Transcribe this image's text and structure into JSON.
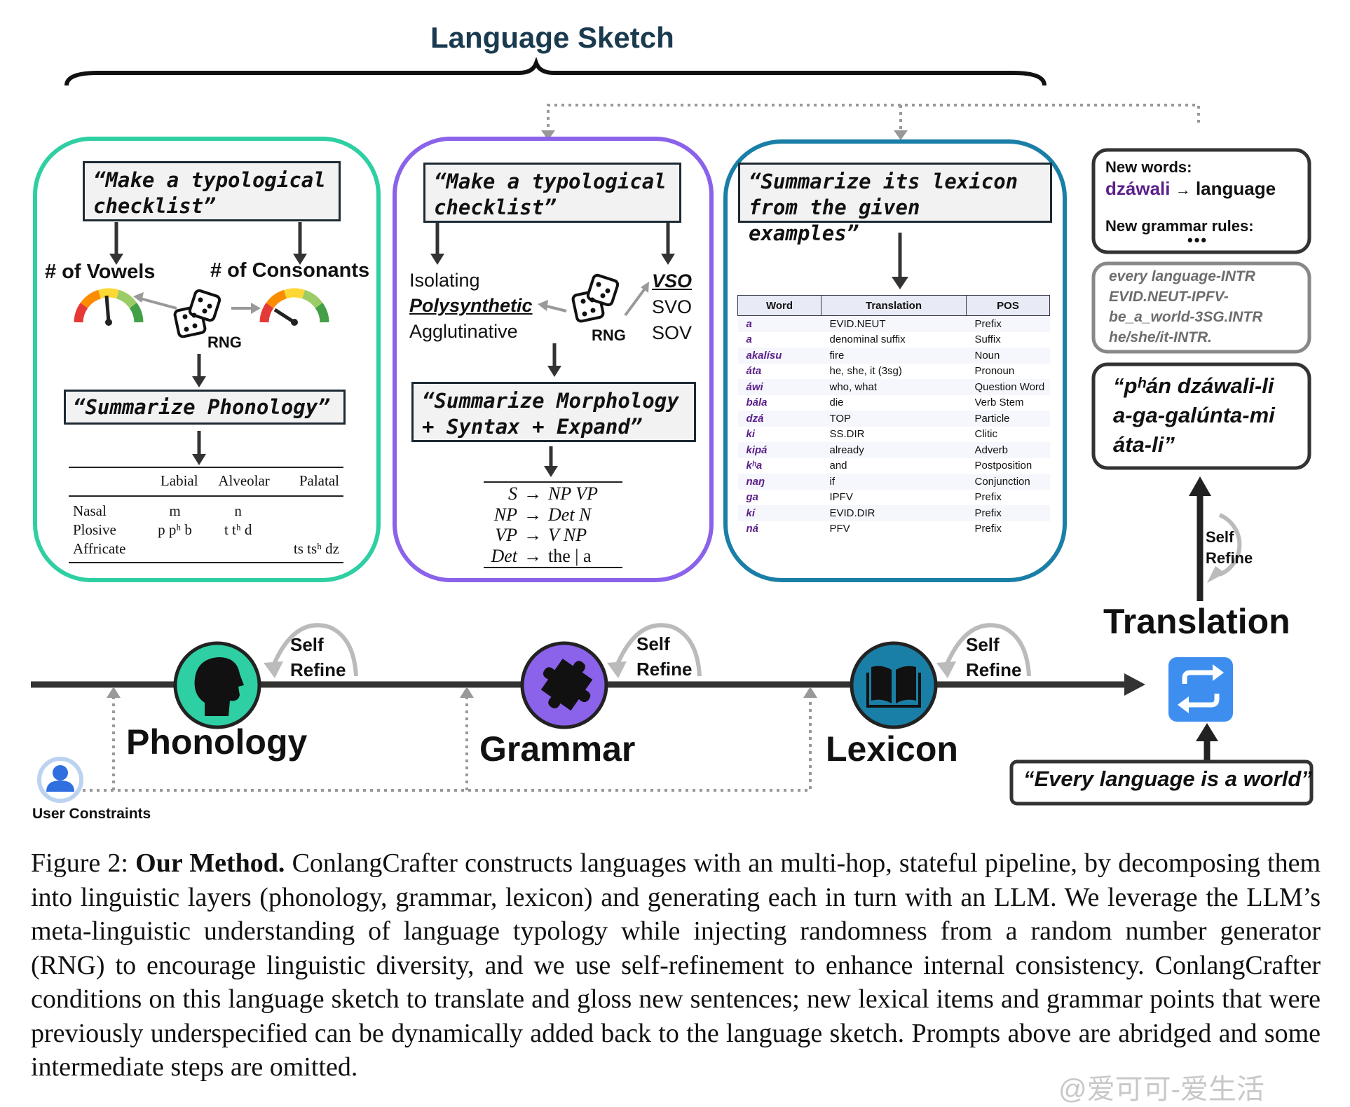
{
  "header": {
    "title": "Language Sketch"
  },
  "phonology_panel": {
    "prompt_1": "“Make a typological checklist”",
    "vowels_label": "# of Vowels",
    "consonants_label": "# of Consonants",
    "rng_label": "RNG",
    "prompt_2": "“Summarize Phonology”",
    "table": {
      "headers": [
        "",
        "Labial",
        "Alveolar",
        "Palatal"
      ],
      "rows": [
        [
          "Nasal",
          "m",
          "n",
          ""
        ],
        [
          "Plosive",
          "p pʰ b",
          "t tʰ d",
          ""
        ],
        [
          "Affricate",
          "",
          "",
          "ts tsʰ dz"
        ]
      ]
    }
  },
  "grammar_panel": {
    "prompt_1": "“Make a typological checklist”",
    "morph_options": [
      "Isolating",
      "Polysynthetic",
      "Agglutinative"
    ],
    "word_orders": [
      "VSO",
      "SVO",
      "SOV"
    ],
    "rng_label": "RNG",
    "prompt_2": "“Summarize Morphology + Syntax + Expand”",
    "rules": [
      [
        "S",
        "→",
        "NP VP"
      ],
      [
        "NP",
        "→",
        "Det N"
      ],
      [
        "VP",
        "→",
        "V NP"
      ],
      [
        "Det",
        "→",
        "the | a"
      ]
    ]
  },
  "lexicon_panel": {
    "prompt": "“Summarize its lexicon from the given examples”",
    "columns": [
      "Word",
      "Translation",
      "POS"
    ],
    "rows": [
      [
        "a",
        "EVID.NEUT",
        "Prefix"
      ],
      [
        "a",
        "denominal suffix",
        "Suffix"
      ],
      [
        "akalísu",
        "fire",
        "Noun"
      ],
      [
        "áta",
        "he, she, it (3sg)",
        "Pronoun"
      ],
      [
        "áwi",
        "who, what",
        "Question Word"
      ],
      [
        "bála",
        "die",
        "Verb Stem"
      ],
      [
        "dzá",
        "TOP",
        "Particle"
      ],
      [
        "ki",
        "SS.DIR",
        "Clitic"
      ],
      [
        "kipá",
        "already",
        "Adverb"
      ],
      [
        "kʰa",
        "and",
        "Postposition"
      ],
      [
        "naŋ",
        "if",
        "Conjunction"
      ],
      [
        "ga",
        "IPFV",
        "Prefix"
      ],
      [
        "kí",
        "EVID.DIR",
        "Prefix"
      ],
      [
        "ná",
        "PFV",
        "Prefix"
      ]
    ]
  },
  "right_column": {
    "new_words_label": "New words:",
    "new_word": "dzáwali",
    "new_word_arrow": "→",
    "new_word_meaning": "language",
    "new_rules_label": "New grammar rules:",
    "new_rules_value": "•••",
    "gloss_lines": [
      "every language-INTR",
      "EVID.NEUT-IPFV-",
      "be_a_world-3SG.INTR",
      "he/she/it-INTR."
    ],
    "output_lines": [
      "“pʰán dzáwali-li",
      "a-ga-galúnta-mi",
      "áta-li”"
    ],
    "self_refine_lines": [
      "Self",
      "Refine"
    ],
    "translation_title": "Translation",
    "input_sentence": "“Every language is a world”"
  },
  "pipeline": {
    "stages": [
      {
        "name": "Phonology",
        "refine_lines": [
          "Self",
          "Refine"
        ]
      },
      {
        "name": "Grammar",
        "refine_lines": [
          "Self",
          "Refine"
        ]
      },
      {
        "name": "Lexicon",
        "refine_lines": [
          "Self",
          "Refine"
        ]
      }
    ],
    "user_constraints_label": "User Constraints"
  },
  "caption": {
    "figure_label": "Figure 2:",
    "bold_title": "Our Method.",
    "body": "ConlangCrafter constructs languages with an multi-hop, stateful pipeline, by decomposing them into linguistic layers (phonology, grammar, lexicon) and generating each in turn with an LLM. We leverage the LLM’s meta-linguistic understanding of language typology while injecting randomness from a random number generator (RNG) to encourage linguistic diversity, and we use self-refinement to enhance internal consistency. ConlangCrafter conditions on this language sketch to translate and gloss new sentences; new lexical items and grammar points that were previously underspecified can be dynamically added back to the language sketch. Prompts above are abridged and some intermediate steps are omitted."
  },
  "watermark": "@爱可可-爱生活",
  "colors": {
    "phonology": "#2ecfa3",
    "grammar": "#8b62ea",
    "lexicon": "#1a7fa6",
    "dark": "#1e2a33",
    "translate_icon": "#3e8ef0",
    "word_purple": "#5b1f8a"
  }
}
